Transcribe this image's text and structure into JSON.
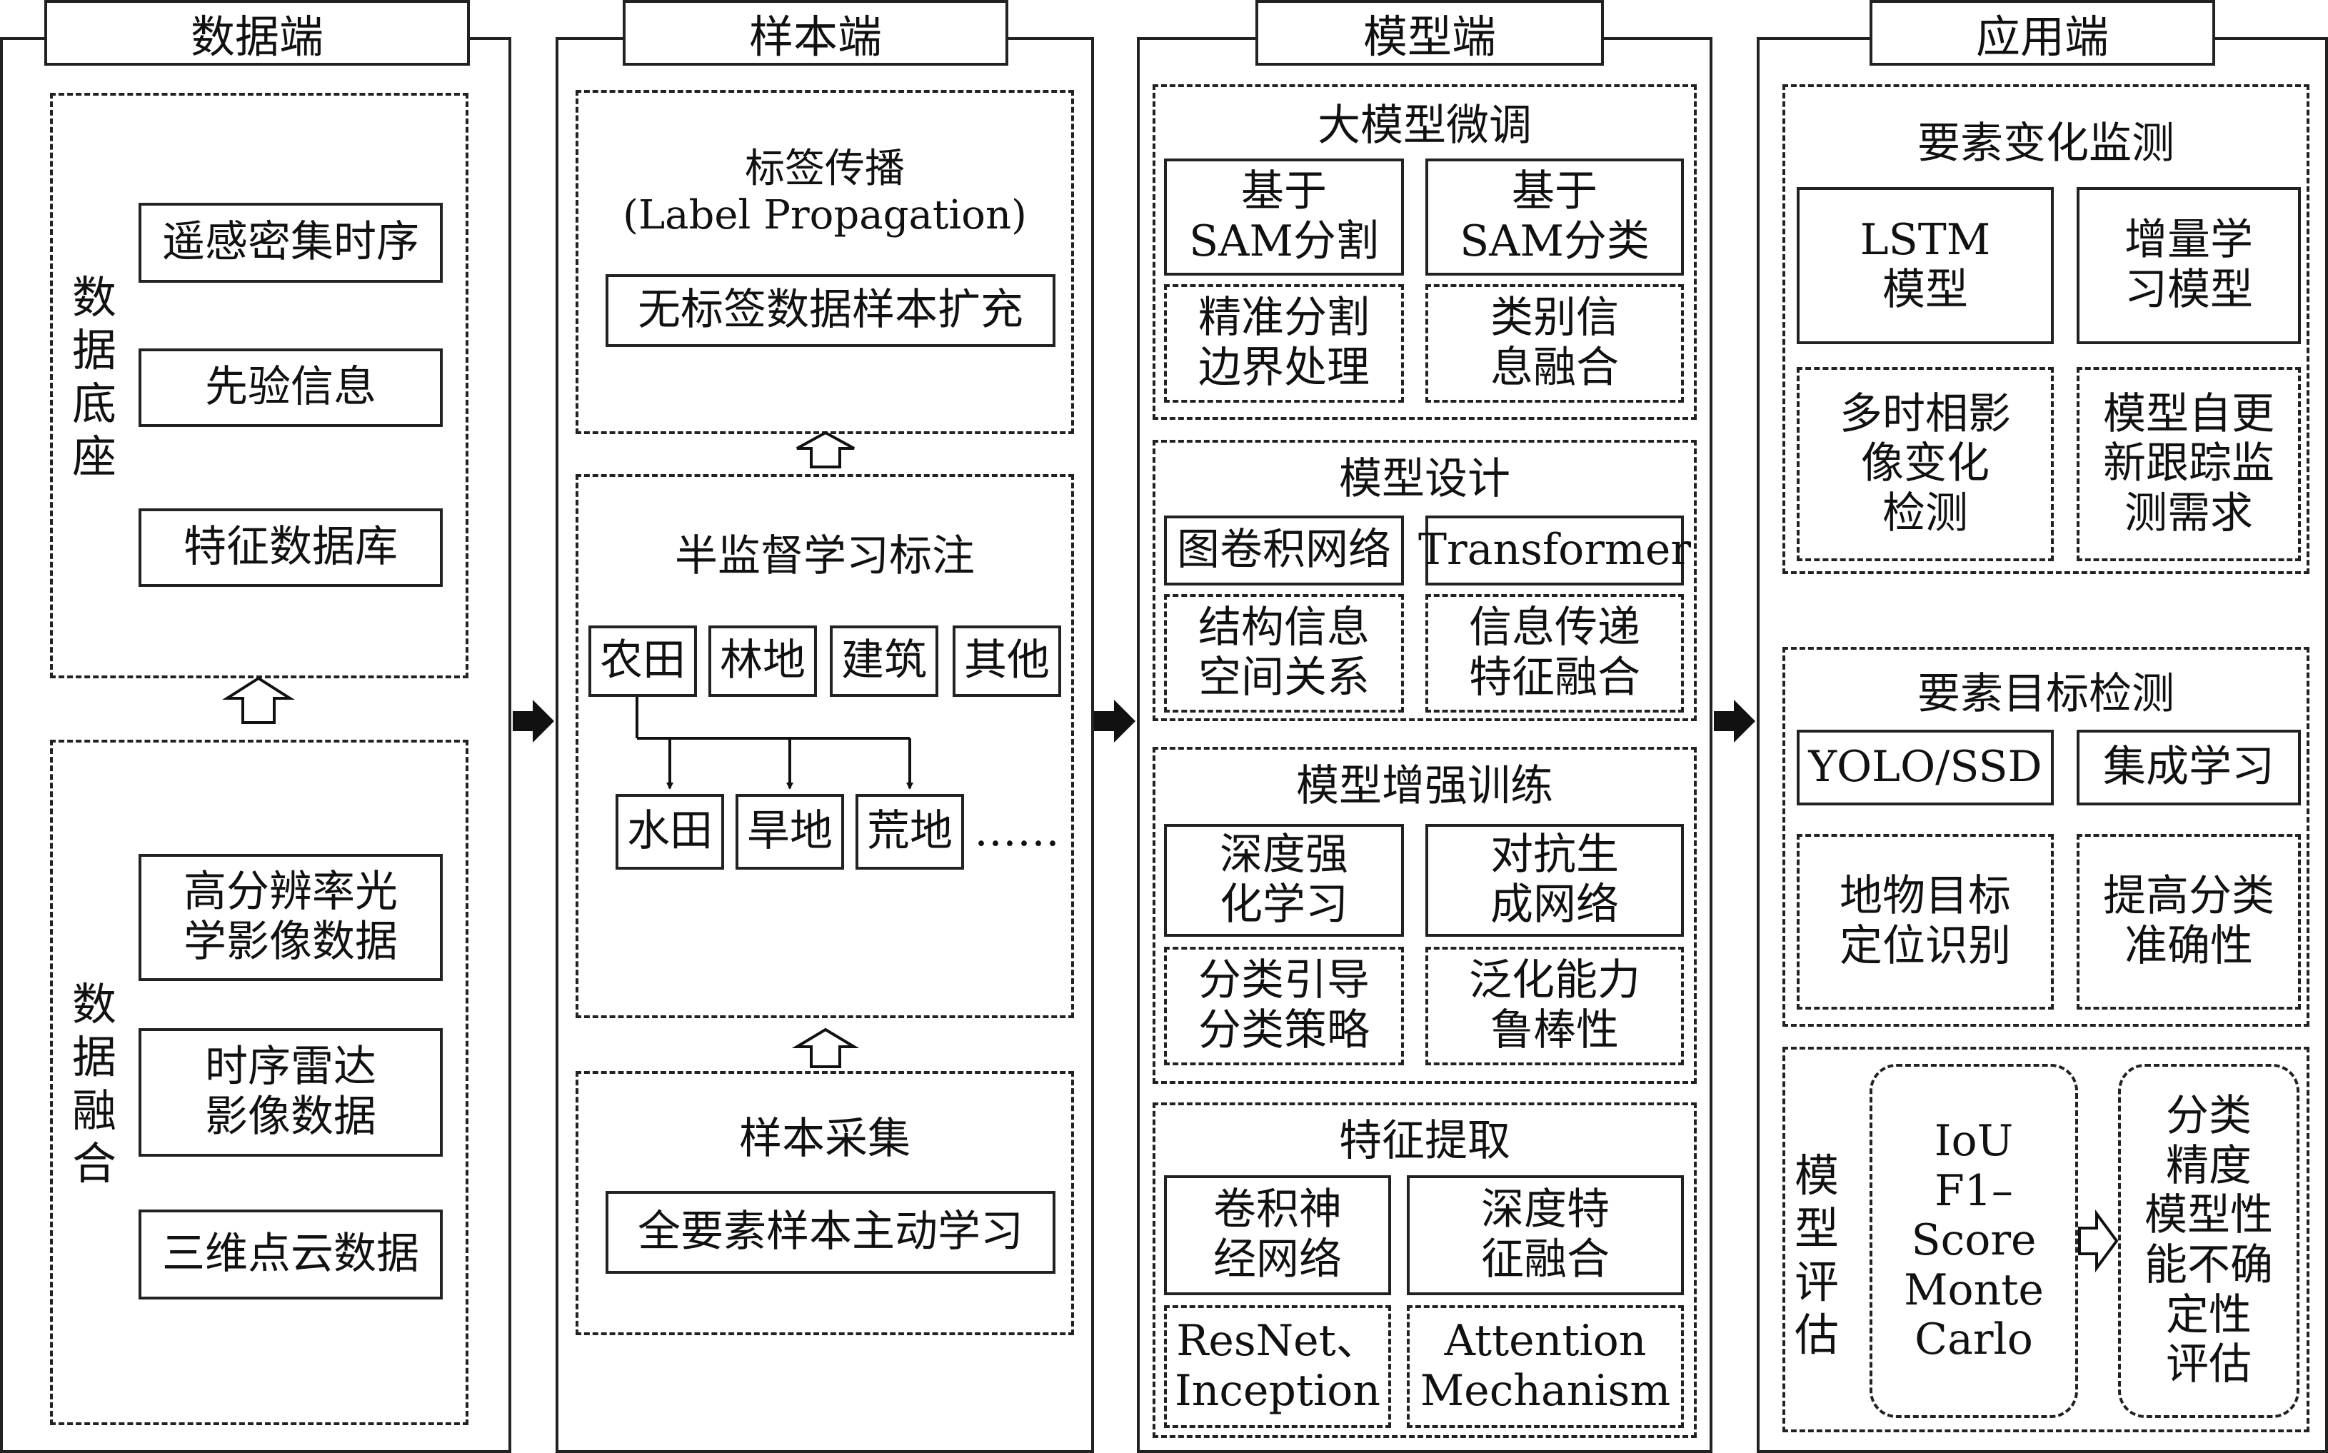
{
  "columns": {
    "data_end": {
      "title": "数据端",
      "foundation": {
        "label": "数\n据\n底\n座",
        "items": [
          "遥感密集时序",
          "先验信息",
          "特征数据库"
        ]
      },
      "fusion": {
        "label": "数\n据\n融\n合",
        "items": [
          "高分辨率光\n学影像数据",
          "时序雷达\n影像数据",
          "三维点云数据"
        ]
      }
    },
    "sample_end": {
      "title": "样本端",
      "label_propagation": {
        "title": "标签传播\n(Label Propagation)",
        "item": "无标签数据样本扩充"
      },
      "semi_supervised": {
        "title": "半监督学习标注",
        "top_classes": [
          "农田",
          "林地",
          "建筑",
          "其他"
        ],
        "sub_classes": [
          "水田",
          "旱地",
          "荒地"
        ],
        "ellipsis": "……"
      },
      "sampling": {
        "title": "样本采集",
        "item": "全要素样本主动学习"
      }
    },
    "model_end": {
      "title": "模型端",
      "sections": [
        {
          "title": "大模型微调",
          "solid": [
            "基于\nSAM分割",
            "基于\nSAM分类"
          ],
          "dashed": [
            "精准分割\n边界处理",
            "类别信\n息融合"
          ]
        },
        {
          "title": "模型设计",
          "solid": [
            "图卷积网络",
            "Transformer"
          ],
          "dashed": [
            "结构信息\n空间关系",
            "信息传递\n特征融合"
          ]
        },
        {
          "title": "模型增强训练",
          "solid": [
            "深度强\n化学习",
            "对抗生\n成网络"
          ],
          "dashed": [
            "分类引导\n分类策略",
            "泛化能力\n鲁棒性"
          ]
        },
        {
          "title": "特征提取",
          "solid": [
            "卷积神\n经网络",
            "深度特\n征融合"
          ],
          "dashed": [
            "ResNet、\nInception",
            "Attention\nMechanism"
          ]
        }
      ]
    },
    "app_end": {
      "title": "应用端",
      "change_monitoring": {
        "title": "要素变化监测",
        "solid": [
          "LSTM\n模型",
          "增量学\n习模型"
        ],
        "dashed": [
          "多时相影\n像变化\n检测",
          "模型自更\n新跟踪监\n测需求"
        ]
      },
      "object_detection": {
        "title": "要素目标检测",
        "solid": [
          "YOLO/SSD",
          "集成学习"
        ],
        "dashed": [
          "地物目标\n定位识别",
          "提高分类\n准确性"
        ]
      },
      "evaluation": {
        "label": "模\n型\n评\n估",
        "metrics": "IoU\nF1–Score\nMonte\nCarlo",
        "result": "分类\n精度\n模型性\n能不确\n定性\n评估"
      }
    }
  }
}
